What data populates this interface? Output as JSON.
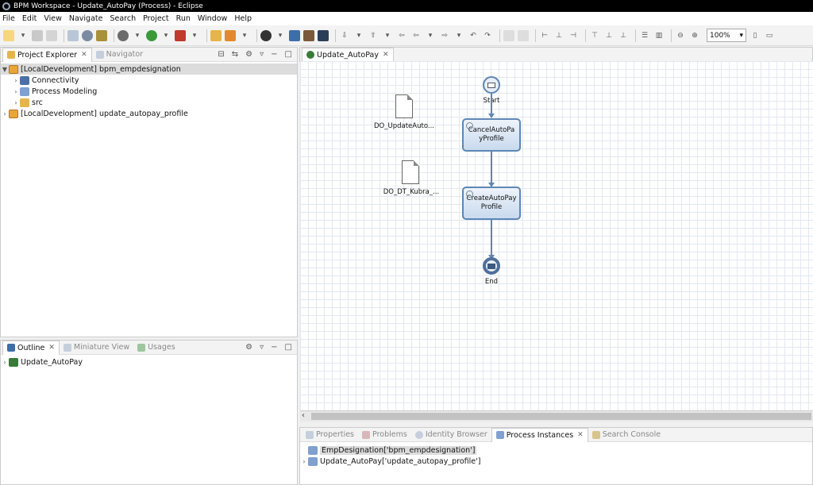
{
  "window": {
    "title": "BPM Workspace - Update_AutoPay (Process) - Eclipse"
  },
  "menu": [
    "File",
    "Edit",
    "View",
    "Navigate",
    "Search",
    "Project",
    "Run",
    "Window",
    "Help"
  ],
  "toolbar": {
    "zoom": "100%"
  },
  "project_explorer": {
    "tab_label": "Project Explorer",
    "inactive_tab": "Navigator",
    "items": [
      {
        "label": "[LocalDevelopment] bpm_empdesignation"
      },
      {
        "label": "Connectivity"
      },
      {
        "label": "Process Modeling"
      },
      {
        "label": "src"
      },
      {
        "label": "[LocalDevelopment] update_autopay_profile"
      }
    ]
  },
  "outline": {
    "tab_label": "Outline",
    "tab_miniature": "Miniature View",
    "tab_usages": "Usages",
    "items": [
      {
        "label": "Update_AutoPay"
      }
    ]
  },
  "editor": {
    "tab_label": "Update_AutoPay",
    "diagram": {
      "start": "Start",
      "task1": "CancelAutoPa yProfile",
      "task2": "CreateAutoPay Profile",
      "end": "End",
      "doc1": "DO_UpdateAuto...",
      "doc2": "DO_DT_Kubra_..."
    }
  },
  "bottom": {
    "tabs": [
      "Properties",
      "Problems",
      "Identity Browser",
      "Process Instances",
      "Search Console"
    ],
    "instances": [
      {
        "label": "EmpDesignation['bpm_empdesignation']"
      },
      {
        "label": "Update_AutoPay['update_autopay_profile']"
      }
    ]
  }
}
